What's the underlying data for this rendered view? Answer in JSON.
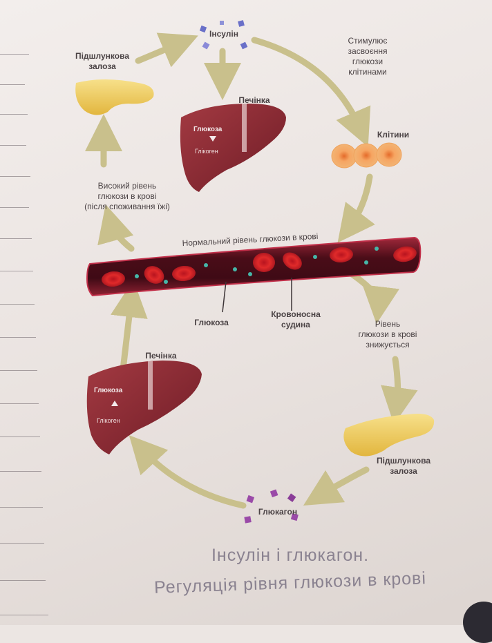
{
  "labels": {
    "insulin": "Інсулін",
    "stimulates": [
      "Стимулює",
      "засвоєння",
      "глюкози",
      "клітинами"
    ],
    "pancreas_top": [
      "Підшлункова",
      "залоза"
    ],
    "liver_top": "Печінка",
    "cells": "Клітини",
    "high_glucose": [
      "Високий рівень",
      "глюкози в крові",
      "(після споживання їжі)"
    ],
    "normal_level": "Нормальний рівень глюкози в крові",
    "glucose": "Глюкоза",
    "vessel": [
      "Кровоносна",
      "судина"
    ],
    "level_falls": [
      "Рівень",
      "глюкози в крові",
      "знижується"
    ],
    "liver_bottom": "Печінка",
    "pancreas_bottom": [
      "Підшлункова",
      "залоза"
    ],
    "glucagon": "Глюкагон"
  },
  "liver_top_inner": {
    "glucose": "Глюкоза",
    "glycogen": "Глікоген"
  },
  "liver_bottom_inner": {
    "glucose": "Глюкоза",
    "glycogen": "Глікоген"
  },
  "caption": {
    "line1": "Інсулін і глюкагон.",
    "line2": "Регуляція рівня глюкози в крові"
  },
  "colors": {
    "arrow": "#c9c08c",
    "liver": "#8a2a33",
    "pancreas": "#f0d166",
    "vessel": "#5a1220",
    "cell": "#f4a35a",
    "caption": "#8a8290"
  }
}
